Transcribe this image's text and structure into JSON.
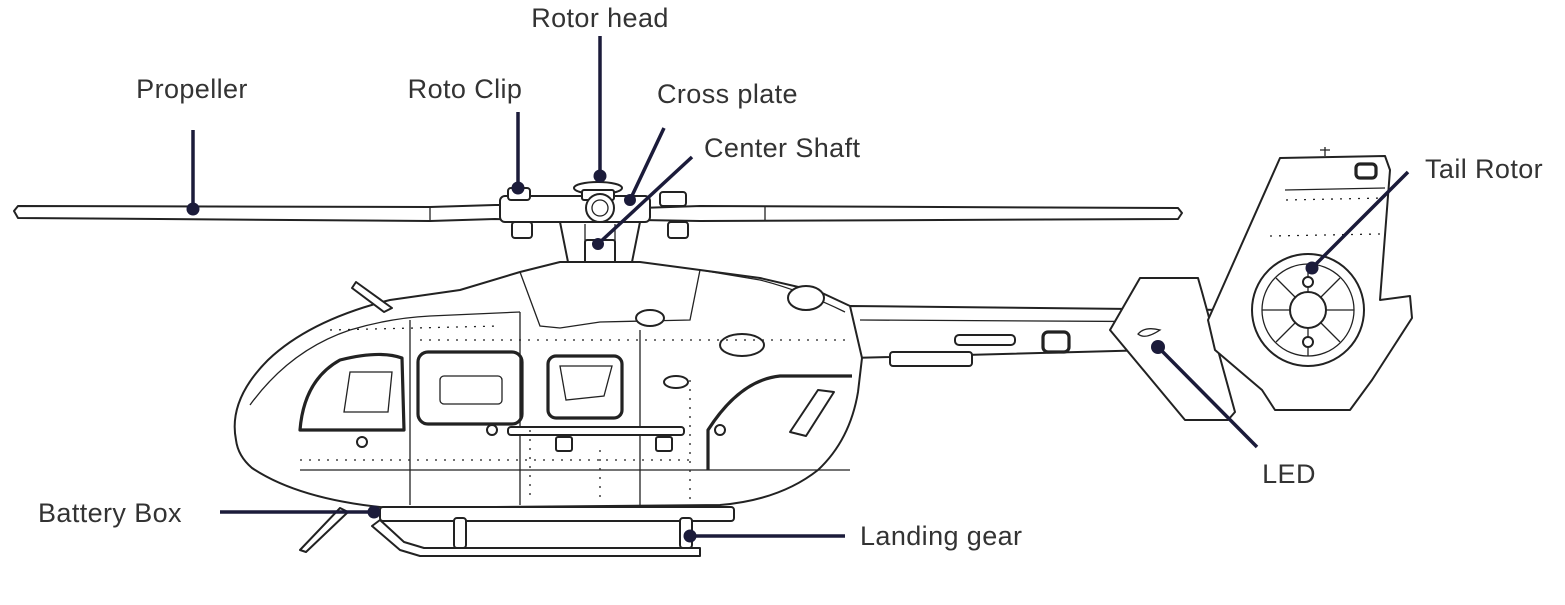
{
  "diagram": {
    "labels": {
      "rotor_head": "Rotor head",
      "propeller": "Propeller",
      "roto_clip": "Roto Clip",
      "cross_plate": "Cross plate",
      "center_shaft": "Center Shaft",
      "tail_rotor": "Tail Rotor",
      "led": "LED",
      "battery_box": "Battery Box",
      "landing_gear": "Landing gear"
    },
    "colors": {
      "leader": "#1b1b3a",
      "label_text": "#333333",
      "line_art": "#222222"
    }
  }
}
